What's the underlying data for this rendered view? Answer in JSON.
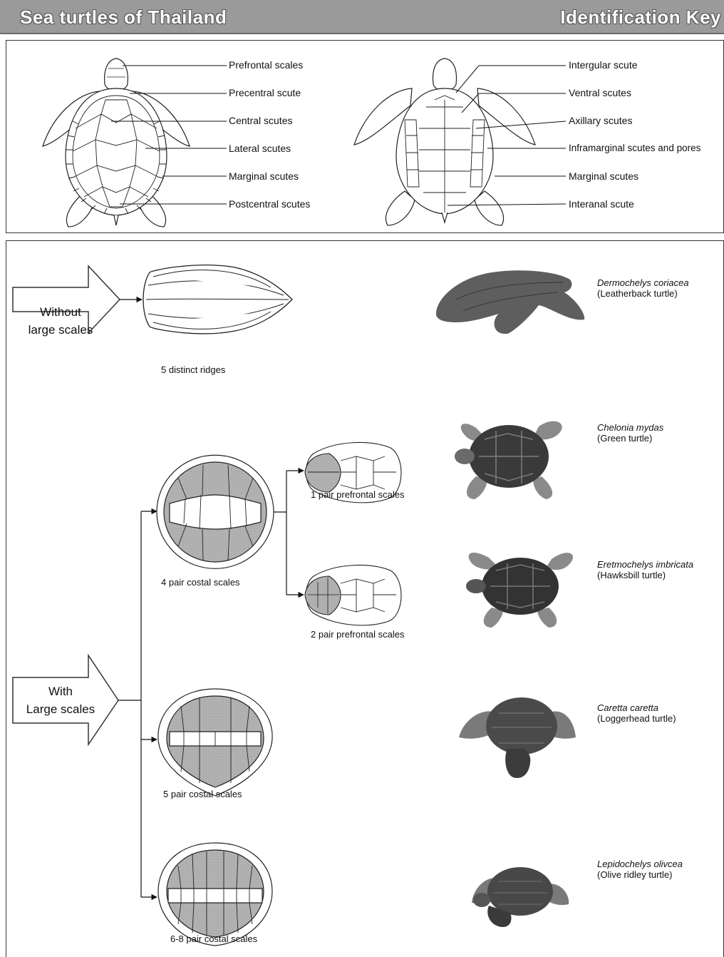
{
  "header": {
    "title_left": "Sea turtles of Thailand",
    "title_right": "Identification Key"
  },
  "anatomy": {
    "dorsal_labels": [
      "Prefrontal scales",
      "Precentral scute",
      "Central scutes",
      "Lateral scutes",
      "Marginal scutes",
      "Postcentral scutes"
    ],
    "ventral_labels": [
      "Intergular scute",
      "Ventral scutes",
      "Axillary scutes",
      "Inframarginal scutes and pores",
      "Marginal scutes",
      "Interanal scute"
    ]
  },
  "key": {
    "without_label": [
      "Without",
      "large scales"
    ],
    "with_label": [
      "With",
      "Large scales"
    ],
    "ridges_caption": "5 distinct ridges",
    "four_pair": "4 pair costal scales",
    "five_pair": "5 pair costal scales",
    "six_eight_pair": "6-8 pair costal scales",
    "one_prefrontal": "1 pair prefrontal scales",
    "two_prefrontal": "2 pair prefrontal scales"
  },
  "species": [
    {
      "scientific": "Dermochelys coriacea",
      "common": "(Leatherback turtle)",
      "icon": "leatherback-turtle"
    },
    {
      "scientific": "Chelonia mydas",
      "common": "(Green turtle)",
      "icon": "green-turtle"
    },
    {
      "scientific": "Eretmochelys imbricata",
      "common": "(Hawksbill turtle)",
      "icon": "hawksbill-turtle"
    },
    {
      "scientific": "Caretta caretta",
      "common": "(Loggerhead turtle)",
      "icon": "loggerhead-turtle"
    },
    {
      "scientific": "Lepidochelys olivcea",
      "common": "(Olive ridley turtle)",
      "icon": "olive-ridley-turtle"
    }
  ]
}
